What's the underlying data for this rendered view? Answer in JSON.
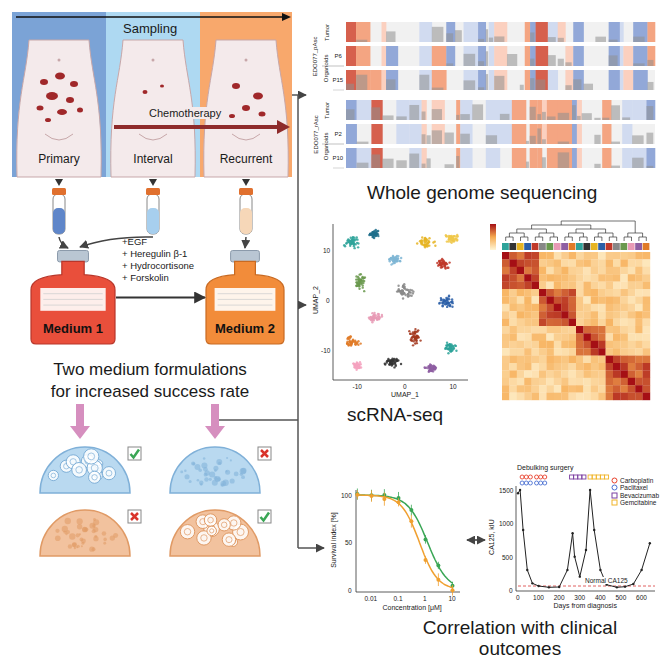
{
  "diagram": {
    "nodes": [
      {
        "text": [
          "Primary"
        ]
      },
      {
        "text": [
          "Interval"
        ]
      },
      {
        "text": [
          "Recurrent"
        ]
      },
      {
        "text": [
          "Medium 1"
        ]
      },
      {
        "text": [
          "Medium 2"
        ]
      }
    ],
    "edges": [
      {
        "from": 3,
        "to": 4,
        "arrow": "to"
      }
    ],
    "labels": [
      "Sampling",
      "Chemotherapy",
      "+EGF",
      "+ Heregulin β-1",
      "+ Hydrocortisone",
      "+ Forskolin",
      "Two medium formulations for increased success rate",
      "EDO077_pAsc",
      "Tumor",
      "Organoids",
      "P6",
      "P15",
      "EDO077_rAsc",
      "Tumor",
      "Organoids",
      "P2",
      "P10",
      "Whole genome sequencing",
      "UMAP_2",
      "10",
      "0",
      "-10",
      "-10",
      "0",
      "10",
      "UMAP_1",
      "scRNA-seq",
      "Survival index [%]",
      "100",
      "50",
      "0",
      "0.01",
      "0.1",
      "1",
      "10",
      "Concentration [μM]",
      "Debulking surgery",
      "CA125, kIU",
      "1500",
      "1000",
      "500",
      "0",
      "0",
      "100",
      "200",
      "300",
      "400",
      "500",
      "600",
      "Days from diagnosis",
      "Normal CA125",
      "Correlation with clinical outcomes"
    ],
    "legend": [
      {
        "text": "Carboplatin"
      },
      {
        "text": "Paclitaxel"
      },
      {
        "text": "Bevacizumab"
      },
      {
        "text": "Gemcitabine"
      }
    ]
  }
}
